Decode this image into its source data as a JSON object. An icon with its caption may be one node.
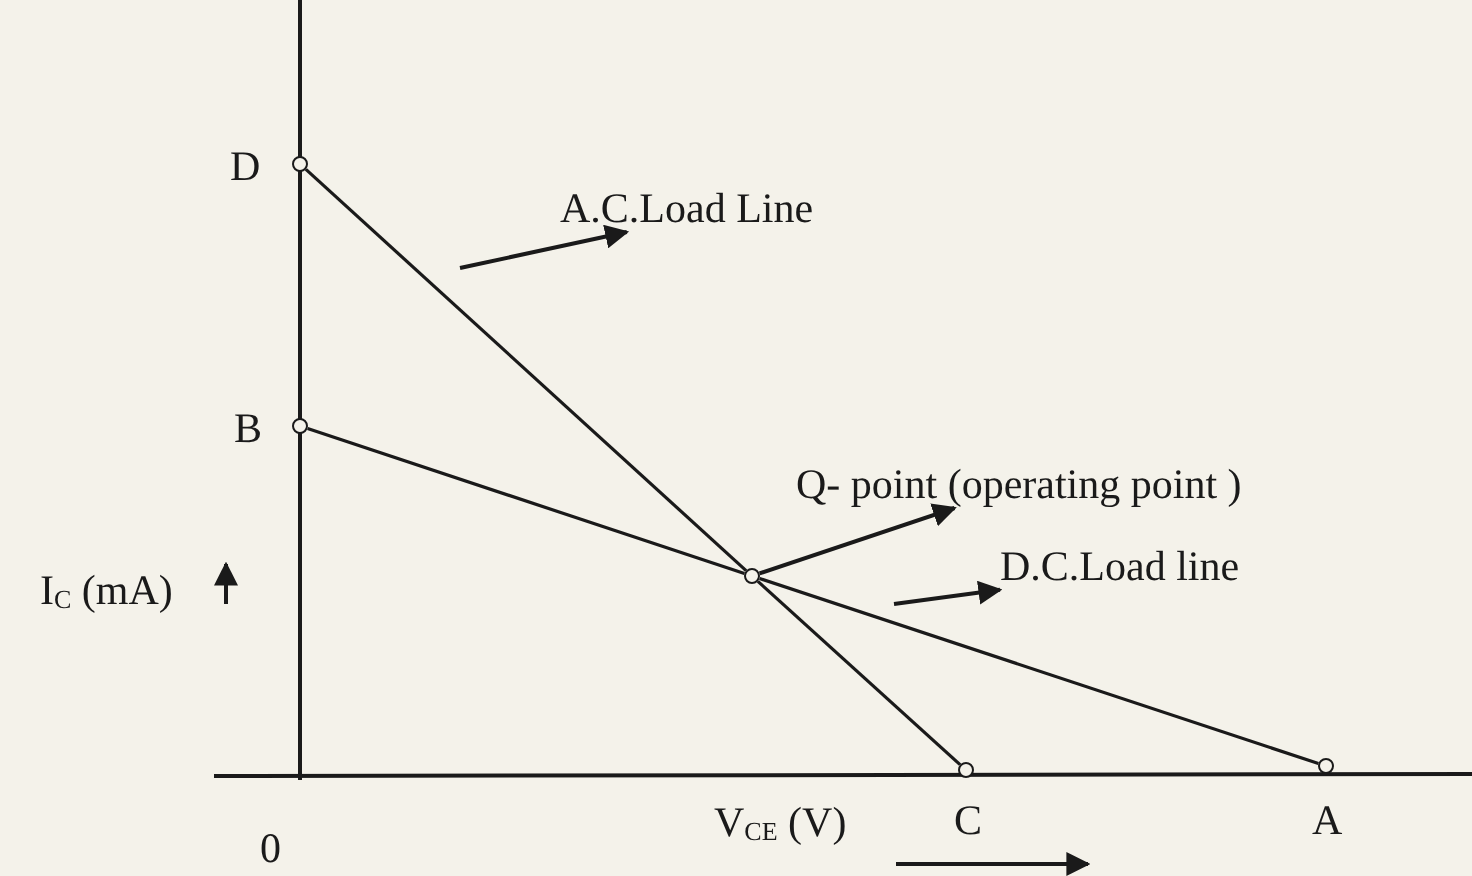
{
  "diagram": {
    "nodes": [
      {
        "text": [],
        "shape": "circle",
        "beside": [
          "D"
        ]
      },
      {
        "text": [],
        "shape": "circle",
        "beside": [
          "B"
        ]
      },
      {
        "text": [],
        "shape": "circle"
      },
      {
        "text": [],
        "shape": "circle",
        "beside": [
          "C"
        ]
      },
      {
        "text": [],
        "shape": "circle",
        "beside": [
          "A"
        ]
      },
      {
        "text": [
          "A.C.Load Line"
        ]
      },
      {
        "text": [
          "Q- point (operating point )"
        ]
      },
      {
        "text": [
          "D.C.Load line"
        ]
      }
    ],
    "edges": [
      {
        "from": 0,
        "to": 2,
        "arrow": "none"
      },
      {
        "from": 2,
        "to": 3,
        "arrow": "none"
      },
      {
        "from": 1,
        "to": 2,
        "arrow": "none"
      },
      {
        "from": 2,
        "to": 4,
        "arrow": "none"
      },
      {
        "from": null,
        "to": 5,
        "arrow": "to"
      },
      {
        "from": 2,
        "to": 6,
        "arrow": "to"
      },
      {
        "from": null,
        "to": 7,
        "arrow": "to"
      }
    ],
    "labels": [
      "I$_{C}$ (mA)",
      "0",
      "V$_{CE}$ (V)"
    ]
  }
}
